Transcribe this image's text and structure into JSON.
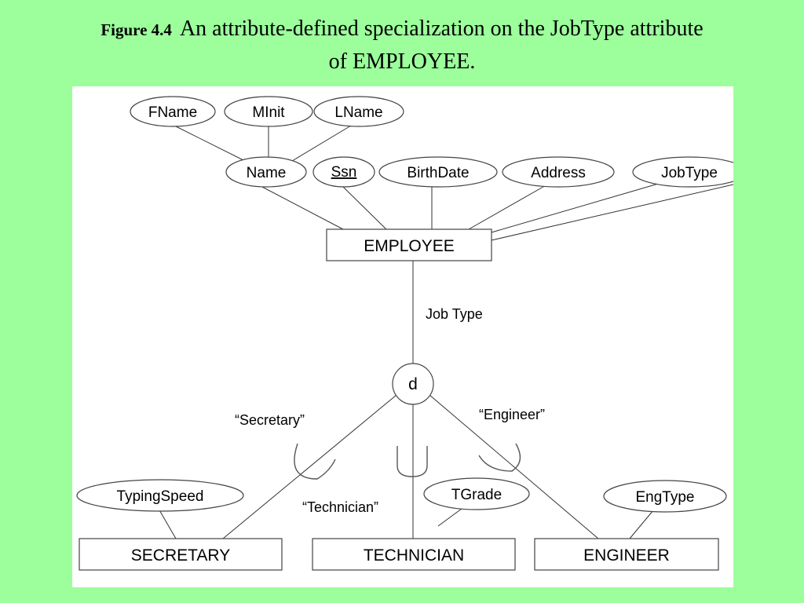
{
  "caption": {
    "number": "Figure 4.4",
    "text_line1": "An attribute-defined specialization on the JobType attribute",
    "text_line2": "of EMPLOYEE."
  },
  "diagram": {
    "attributes": {
      "fname": "FName",
      "minit": "MInit",
      "lname": "LName",
      "name": "Name",
      "ssn": "Ssn",
      "birthdate": "BirthDate",
      "address": "Address",
      "jobtype": "JobType",
      "typingspeed": "TypingSpeed",
      "tgrade": "TGrade",
      "engtype": "EngType"
    },
    "entities": {
      "employee": "EMPLOYEE",
      "secretary": "SECRETARY",
      "technician": "TECHNICIAN",
      "engineer": "ENGINEER"
    },
    "specialization": {
      "defining_attribute_label": "Job Type",
      "constraint": "d",
      "branches": {
        "secretary": "“Secretary”",
        "technician": "“Technician”",
        "engineer": "“Engineer”"
      }
    }
  }
}
